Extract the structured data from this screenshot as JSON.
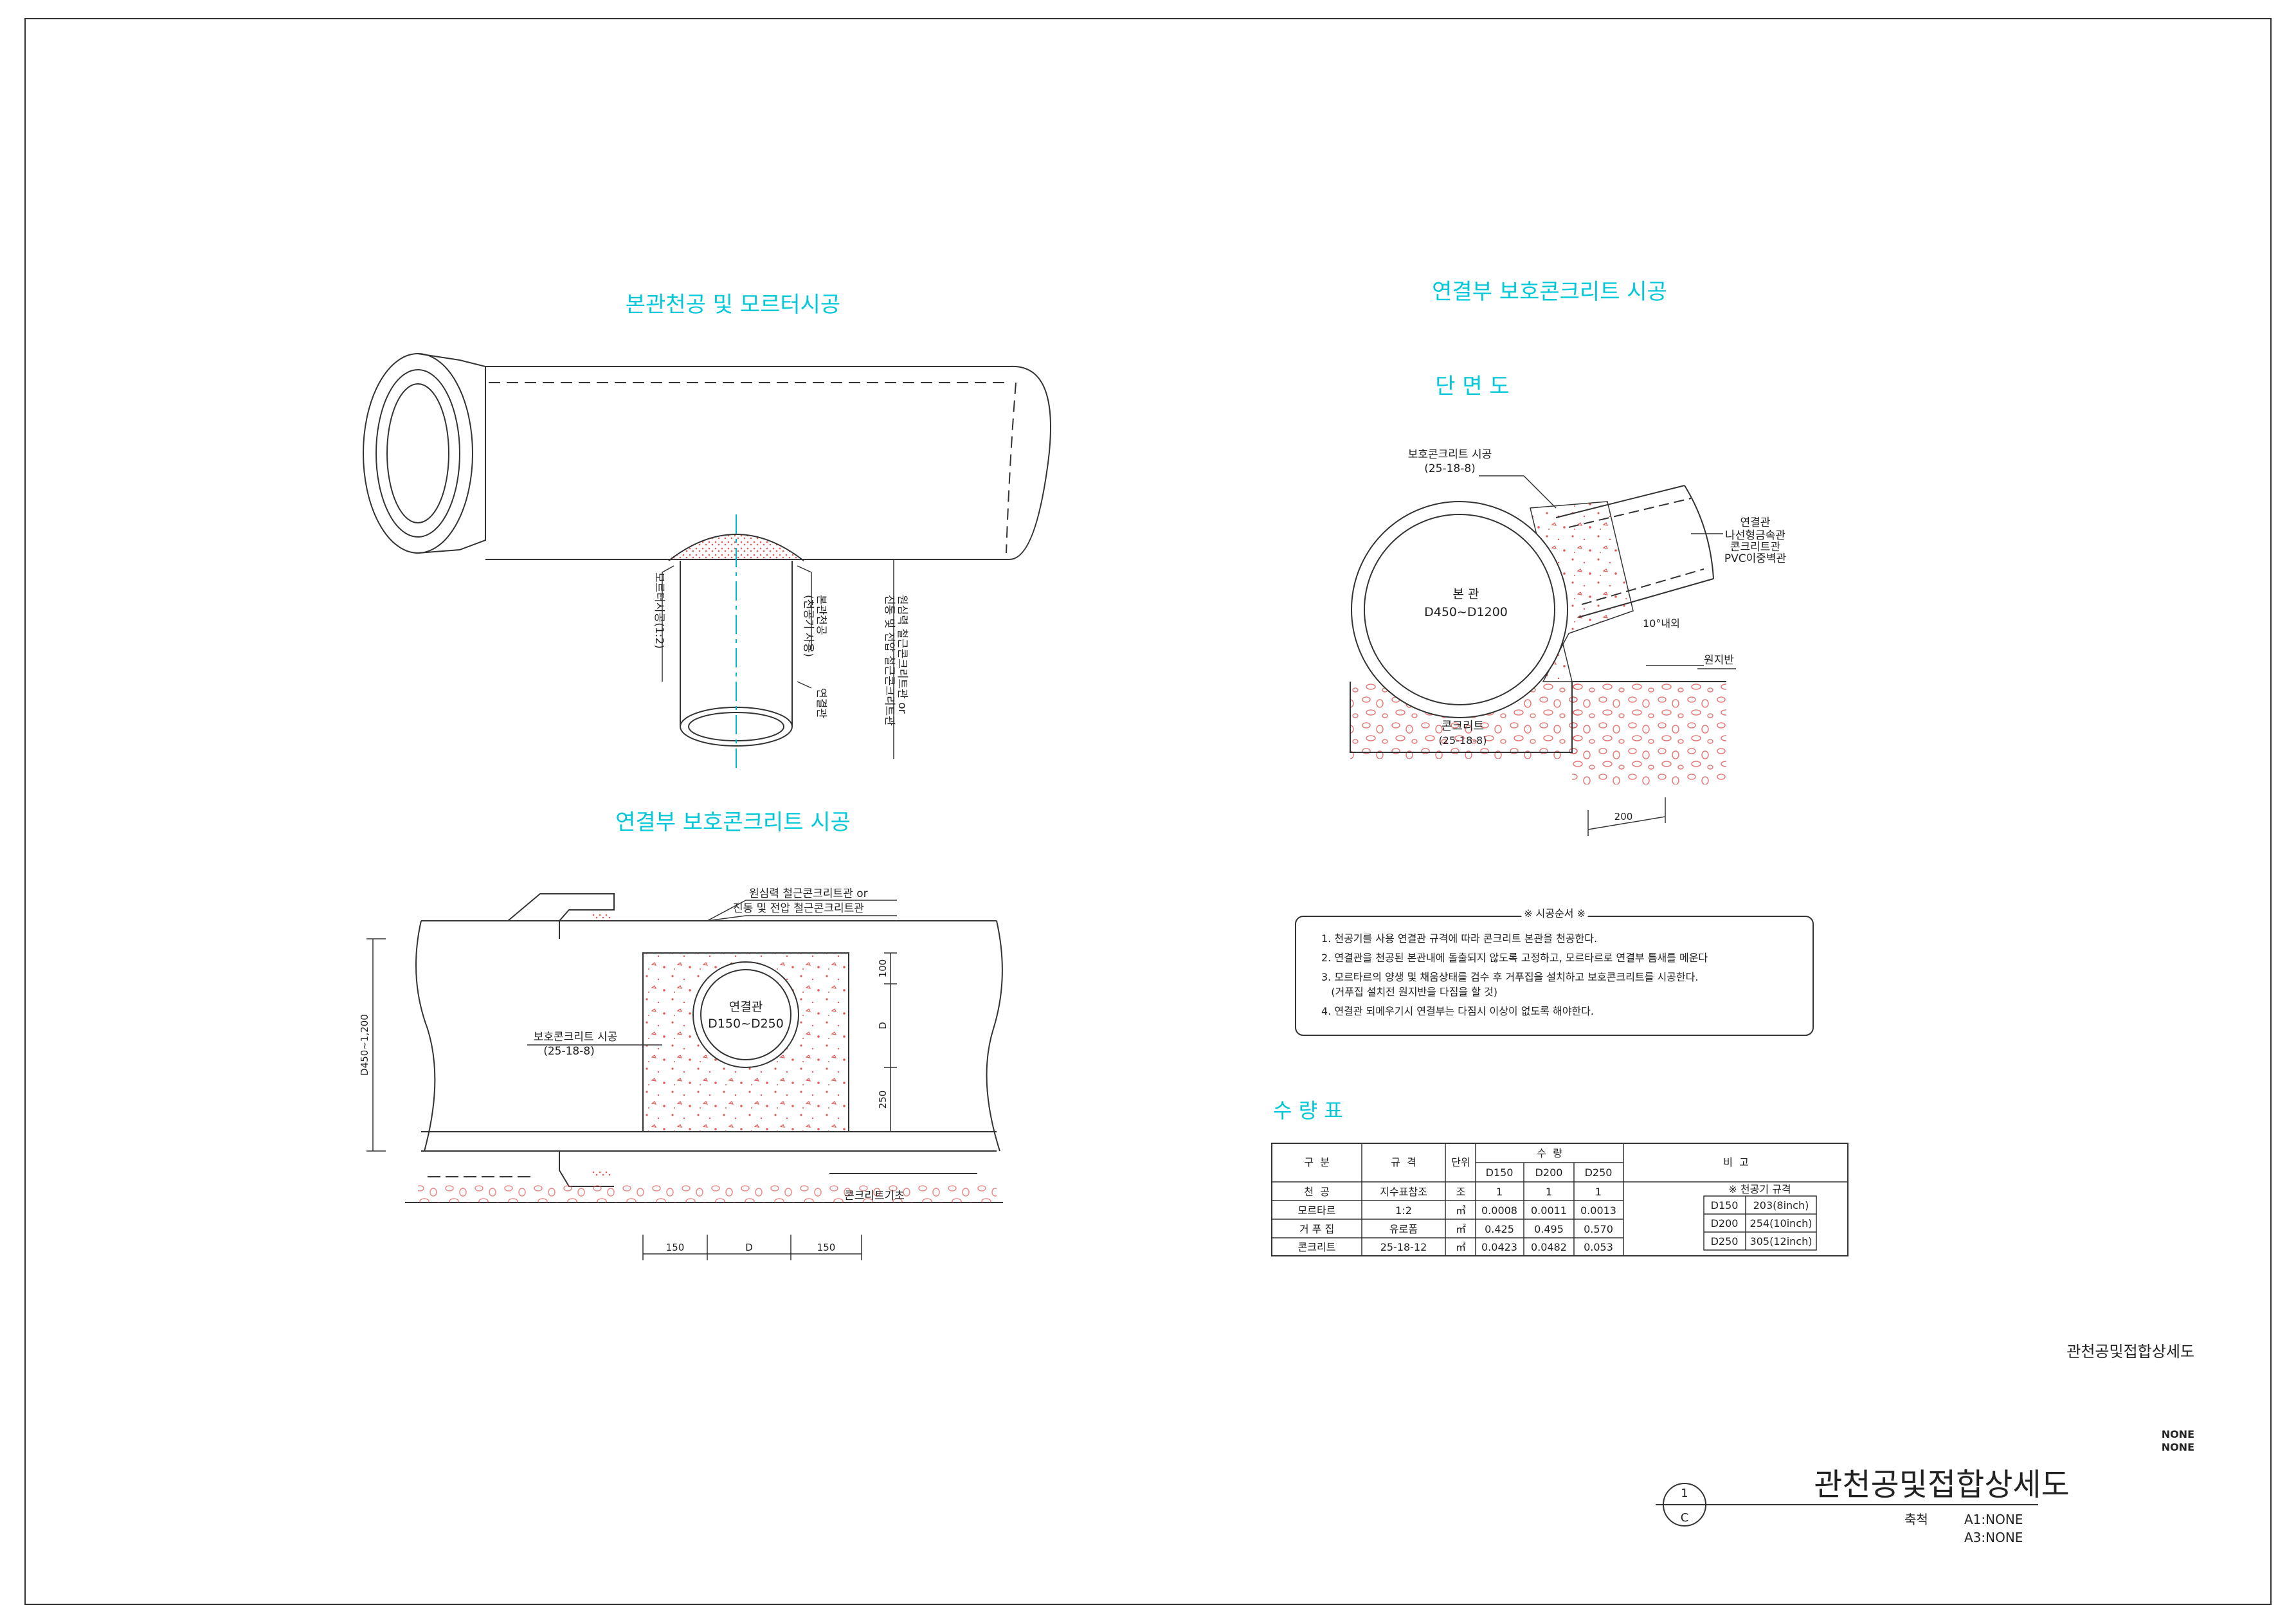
{
  "colors": {
    "heading": "#00c8d8",
    "line": "#333333",
    "hatch": "#e05a5a",
    "centerline": "#00b8d0"
  },
  "section1": {
    "title": "본관천공 및 모르터시공",
    "label_mortar": "모르터시공(1:2)",
    "label_bore": "본관천공",
    "label_bore_sub": "(천공기 사용)",
    "label_conn": "연결관",
    "label_pipe_a": "원심력 철근콘크리트관 or",
    "label_pipe_b": "진동 및 전압 철근콘크리트관"
  },
  "section2": {
    "title": "연결부 보호콘크리트 시공",
    "label_pipe_a": "원심력 철근콘크리트관 or",
    "label_pipe_b": "진동 및 전압 철근콘크리트관",
    "conn_label": "연결관",
    "conn_size": "D150~D250",
    "protect_label": "보호콘크리트 시공",
    "protect_spec": "(25-18-8)",
    "base_label": "콘크리트기초",
    "dim_height": "D450~1,200",
    "dim_100": "100",
    "dim_d_v": "D",
    "dim_250": "250",
    "dim_150_left": "150",
    "dim_d_h": "D",
    "dim_150_right": "150"
  },
  "section3": {
    "title": "연결부 보호콘크리트 시공",
    "subtitle": "단 면 도",
    "protect_label": "보호콘크리트 시공",
    "protect_spec": "(25-18-8)",
    "main_label": "본 관",
    "main_size": "D450~D1200",
    "conn_title": "연결관",
    "conn_types": [
      "나선형금속관",
      "콘크리트관",
      "PVC이중벽관"
    ],
    "angle": "10°내외",
    "ground": "원지반",
    "concrete_label": "콘크리트",
    "concrete_spec": "(25-18-8)",
    "dim_200": "200"
  },
  "notes": {
    "title": "※ 시공순서 ※",
    "items": [
      "1. 천공기를 사용 연결관 규격에 따라 콘크리트 본관을 천공한다.",
      "2. 연결관을 천공된 본관내에 돌출되지 않도록 고정하고, 모르타르로 연결부 틈새를 메운다",
      "3. 모르타르의 양생 및 채움상태를 검수 후 거푸집을 설치하고 보호콘크리트를 시공한다.",
      "   (거푸집 설치전 원지반을 다짐을 할 것)",
      "4. 연결관 되메우기시 연결부는 다짐시 이상이 없도록 해야한다."
    ]
  },
  "quantity": {
    "title": "수 량 표",
    "headers": {
      "category": "구  분",
      "spec": "규  격",
      "unit": "단위",
      "qty": "수  량",
      "note": "비  고"
    },
    "sizes": [
      "D150",
      "D200",
      "D250"
    ],
    "rows": [
      {
        "name": "천  공",
        "spec": "지수표참조",
        "unit": "조",
        "values": [
          "1",
          "1",
          "1"
        ]
      },
      {
        "name": "모르타르",
        "spec": "1:2",
        "unit": "㎥",
        "values": [
          "0.0008",
          "0.0011",
          "0.0013"
        ]
      },
      {
        "name": "거 푸 집",
        "spec": "유로폼",
        "unit": "㎡",
        "values": [
          "0.425",
          "0.495",
          "0.570"
        ]
      },
      {
        "name": "콘크리트",
        "spec": "25-18-12",
        "unit": "㎥",
        "values": [
          "0.0423",
          "0.0482",
          "0.053"
        ]
      }
    ],
    "note_title": "※ 천공기 규격",
    "note_rows": [
      {
        "size": "D150",
        "value": "203(8inch)"
      },
      {
        "size": "D200",
        "value": "254(10inch)"
      },
      {
        "size": "D250",
        "value": "305(12inch)"
      }
    ]
  },
  "titleblock": {
    "side_title": "관천공및접합상세도",
    "none1": "NONE",
    "none2": "NONE",
    "sheet_no": "1",
    "sheet_ref": "C",
    "main_title": "관천공및접합상세도",
    "scale_label": "축척",
    "scale_a1": "A1:NONE",
    "scale_a3": "A3:NONE"
  }
}
